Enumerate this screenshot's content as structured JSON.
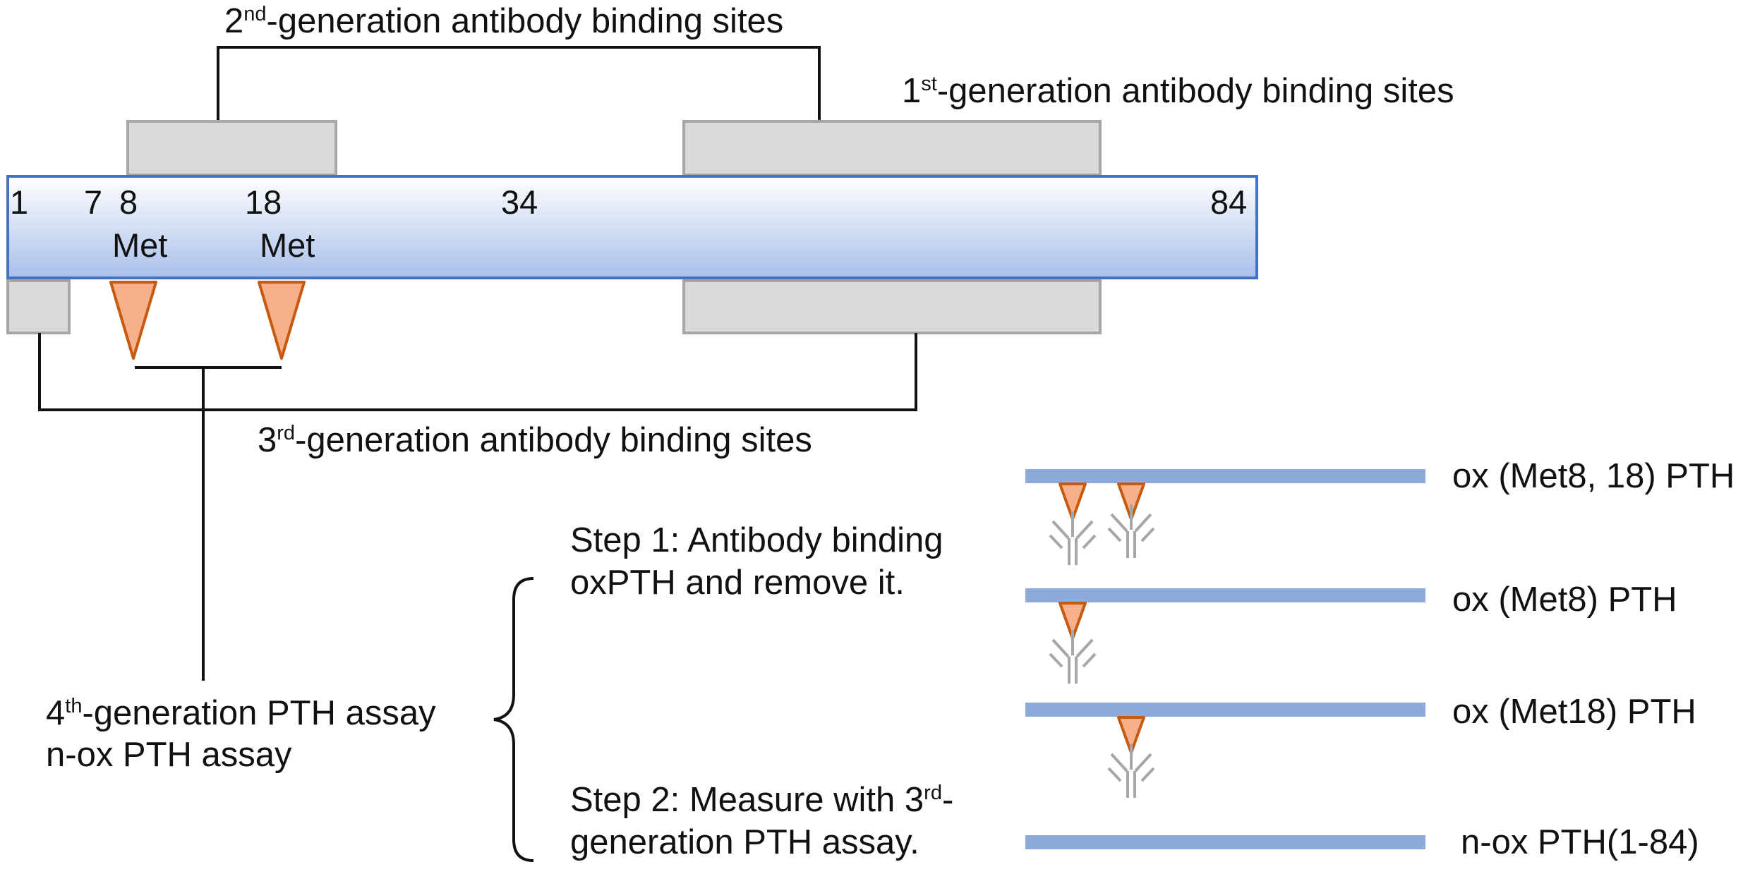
{
  "peptide": {
    "positions": [
      "1",
      "7",
      "8",
      "18",
      "34",
      "84"
    ],
    "met_labels": [
      "Met",
      "Met"
    ]
  },
  "labels": {
    "gen2": {
      "prefix": "2",
      "sup": "nd",
      "rest": "-generation antibody binding sites"
    },
    "gen1": {
      "prefix": "1",
      "sup": "st",
      "rest": "-generation antibody binding sites"
    },
    "gen3": {
      "prefix": "3",
      "sup": "rd",
      "rest": "-generation antibody binding sites"
    },
    "gen4_line1": {
      "prefix": "4",
      "sup": "th",
      "rest": "-generation PTH assay"
    },
    "gen4_line2": "n-ox PTH assay"
  },
  "steps": {
    "step1_line1": "Step 1: Antibody binding",
    "step1_line2": "oxPTH and remove it.",
    "step2_line1": {
      "text": "Step 2: Measure with 3",
      "sup": "rd",
      "after": "-"
    },
    "step2_line2": "generation PTH assay."
  },
  "forms": [
    {
      "label": "ox (Met8, 18) PTH"
    },
    {
      "label": "ox (Met8) PTH"
    },
    {
      "label": "ox (Met18) PTH"
    },
    {
      "label": "n-ox PTH(1-84)"
    }
  ],
  "colors": {
    "bar_top": "#ffffff",
    "bar_bottom": "#a9c0ea",
    "bar_border": "#4472c4",
    "binding_box_fill": "#d9d9d9",
    "binding_box_stroke": "#a6a6a6",
    "triangle_fill": "#f7b08a",
    "triangle_stroke": "#c55a11",
    "strand": "#8eaadb",
    "antibody": "#a6a6a6",
    "line": "#111111"
  }
}
